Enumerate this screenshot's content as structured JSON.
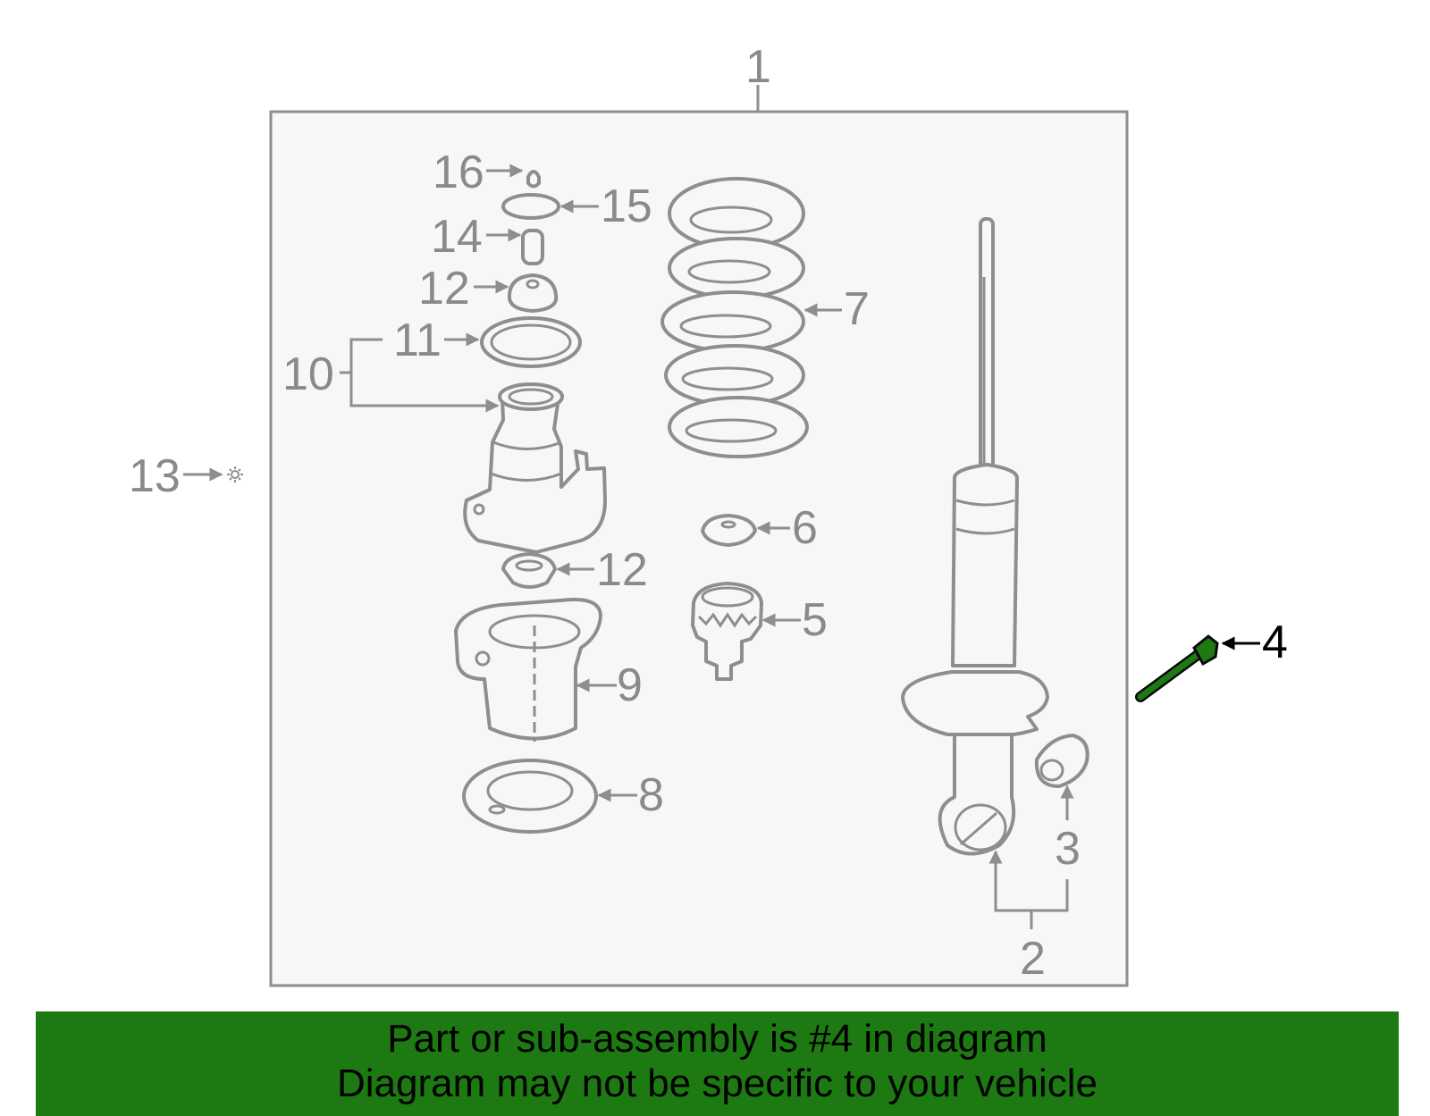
{
  "callouts": {
    "c1": "1",
    "c2": "2",
    "c3": "3",
    "c4": "4",
    "c5": "5",
    "c6": "6",
    "c7": "7",
    "c8": "8",
    "c9": "9",
    "c10": "10",
    "c11": "11",
    "c12a": "12",
    "c12b": "12",
    "c13": "13",
    "c14": "14",
    "c15": "15",
    "c16": "16"
  },
  "highlighted_part": "4",
  "colors": {
    "highlight": "#1d7a12",
    "outline": "#8e8e8e",
    "panel": "#f7f7f7",
    "banner": "#1d7a12"
  },
  "banner": {
    "line1": "Part or sub-assembly is #4 in diagram",
    "line2": "Diagram may not be specific to your vehicle"
  }
}
